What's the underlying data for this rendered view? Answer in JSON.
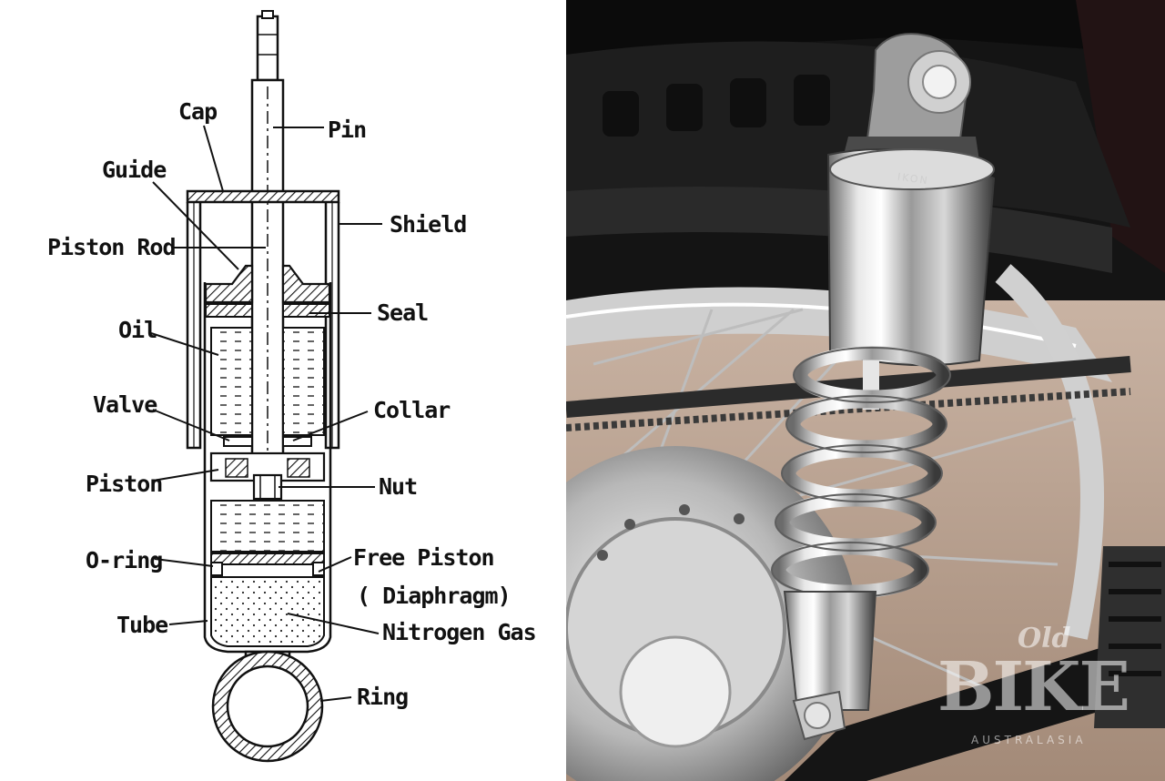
{
  "diagram": {
    "labels": {
      "cap": "Cap",
      "pin": "Pin",
      "guide": "Guide",
      "shield": "Shield",
      "piston_rod": "Piston Rod",
      "seal": "Seal",
      "oil": "Oil",
      "valve": "Valve",
      "collar": "Collar",
      "piston": "Piston",
      "nut": "Nut",
      "o_ring": "O-ring",
      "free_piston": "Free Piston",
      "diaphragm": "( Diaphragm)",
      "tube": "Tube",
      "nitrogen_gas": "Nitrogen Gas",
      "ring": "Ring"
    }
  },
  "photo": {
    "shock_brand": "IKON",
    "watermark_top": "Old",
    "watermark_main": "BIKE",
    "watermark_sub": "AUSTRALASIA"
  }
}
